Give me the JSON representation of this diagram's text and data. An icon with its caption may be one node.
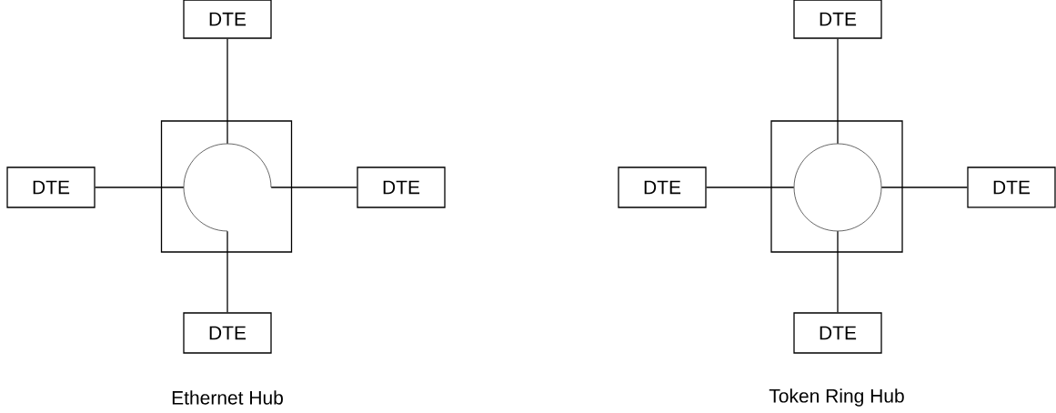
{
  "diagram": {
    "nodes": [
      {
        "text": [
          "DTE"
        ]
      },
      {
        "text": [
          "DTE"
        ]
      },
      {
        "text": [],
        "shape": "box"
      },
      {
        "text": [],
        "shape": "arc",
        "in": 2
      },
      {
        "text": [
          "DTE"
        ]
      },
      {
        "text": [
          "DTE"
        ]
      },
      {
        "text": [
          "DTE"
        ]
      },
      {
        "text": [
          "DTE"
        ]
      },
      {
        "text": [],
        "shape": "box"
      },
      {
        "text": [],
        "shape": "circle",
        "in": 8
      },
      {
        "text": [
          "DTE"
        ]
      },
      {
        "text": [
          "DTE"
        ]
      }
    ],
    "edges": [
      {
        "from": 0,
        "to": 3,
        "arrow": "none"
      },
      {
        "from": 1,
        "to": 3,
        "arrow": "none"
      },
      {
        "from": 4,
        "to": 3,
        "arrow": "none"
      },
      {
        "from": 5,
        "to": 3,
        "arrow": "none"
      },
      {
        "from": 6,
        "to": 9,
        "arrow": "none"
      },
      {
        "from": 7,
        "to": 9,
        "arrow": "none"
      },
      {
        "from": 10,
        "to": 9,
        "arrow": "none"
      },
      {
        "from": 11,
        "to": 9,
        "arrow": "none"
      }
    ],
    "labels": [
      "Ethernet Hub",
      "Token Ring Hub"
    ]
  }
}
